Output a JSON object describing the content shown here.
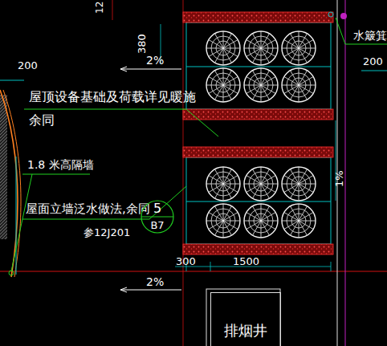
{
  "diagram": {
    "nodes": [
      {
        "text": [
          "5",
          "B7"
        ]
      },
      {
        "text": [
          "排烟井"
        ]
      }
    ],
    "labels": [
      "12",
      "380",
      "2%",
      "200",
      "屋顶设备基础及荷载详见暖施",
      "余同",
      "1.8 米高隔墙",
      "屋面立墙泛水做法,余同",
      "参12J201",
      "300",
      "1500",
      "2%",
      "水簸箕",
      "200",
      "1%"
    ]
  }
}
